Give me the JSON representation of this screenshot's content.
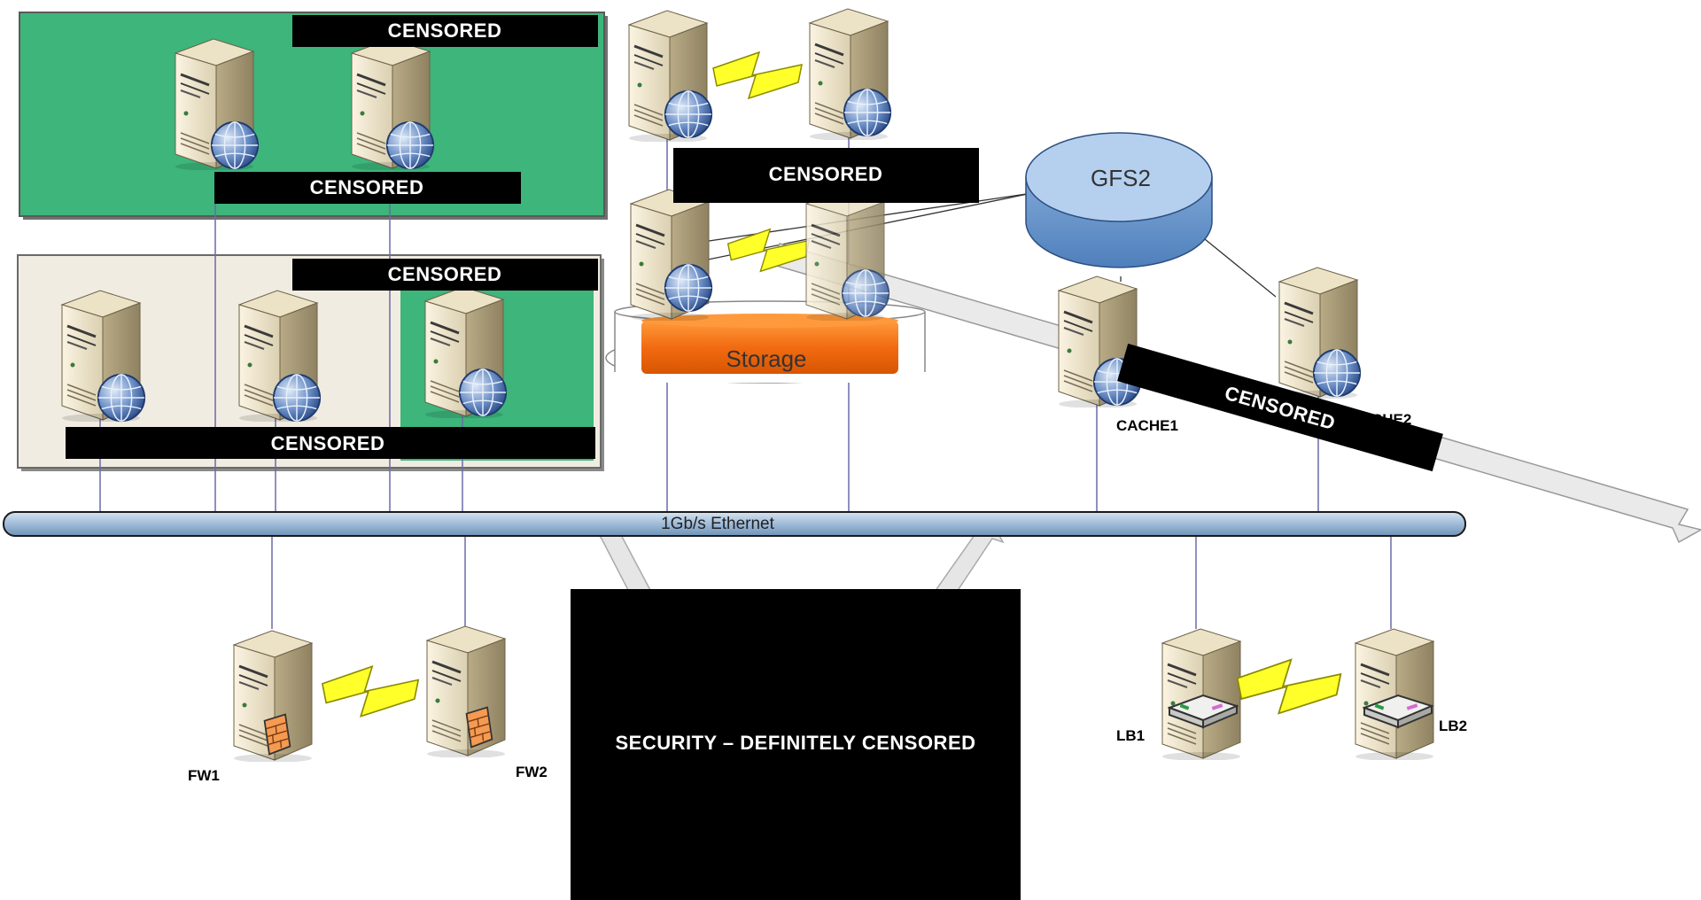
{
  "diagram": {
    "redactions": {
      "top_group_header": "CENSORED",
      "top_group_footer": "CENSORED",
      "mid_group_header": "CENSORED",
      "mid_group_footer": "CENSORED",
      "center_box": "CENSORED",
      "diagonal_band": "CENSORED",
      "security_block": "SECURITY – DEFINITELY CENSORED"
    },
    "storage_label": "Storage",
    "gfs_label": "GFS2",
    "bus_label": "1Gb/s Ethernet",
    "nodes": {
      "cache1": "CACHE1",
      "cache2_partial": "CHE2",
      "fw1": "FW1",
      "fw2": "FW2",
      "lb1": "LB1",
      "lb2": "LB2"
    },
    "colors": {
      "green_zone": "#3db57b",
      "beige_zone": "#f1ece1",
      "bus": "#a9c3dd",
      "storage": "#f26b12",
      "gfs": "#a8c8ec",
      "lightning": "#ffff2a"
    },
    "icons": {
      "server": "server-tower-icon",
      "globe": "globe-icon",
      "firewall": "firewall-brick-icon",
      "load_balancer": "switch-device-icon",
      "link": "lightning-link-icon"
    }
  }
}
